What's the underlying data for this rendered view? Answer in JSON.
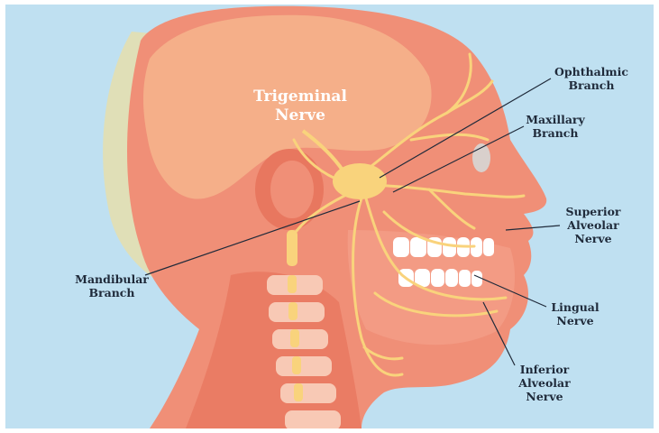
{
  "title": {
    "line1": "Trigeminal",
    "line2": "Nerve"
  },
  "labels": {
    "ophthalmic": {
      "line1": "Ophthalmic",
      "line2": "Branch"
    },
    "maxillary": {
      "line1": "Maxillary",
      "line2": "Branch"
    },
    "superior_alveolar": {
      "line1": "Superior",
      "line2": "Alveolar",
      "line3": "Nerve"
    },
    "mandibular": {
      "line1": "Mandibular",
      "line2": "Branch"
    },
    "lingual": {
      "line1": "Lingual",
      "line2": "Nerve"
    },
    "inferior_alveolar": {
      "line1": "Inferior",
      "line2": "Alveolar",
      "line3": "Nerve"
    }
  },
  "colors": {
    "background": "#bfe0f1",
    "skin": "#f08f77",
    "skin_dark": "#e8775f",
    "brain": "#f6b58c",
    "nerve": "#f9d37c",
    "label_text": "#1f2a3a",
    "title_text": "#ffffff"
  }
}
